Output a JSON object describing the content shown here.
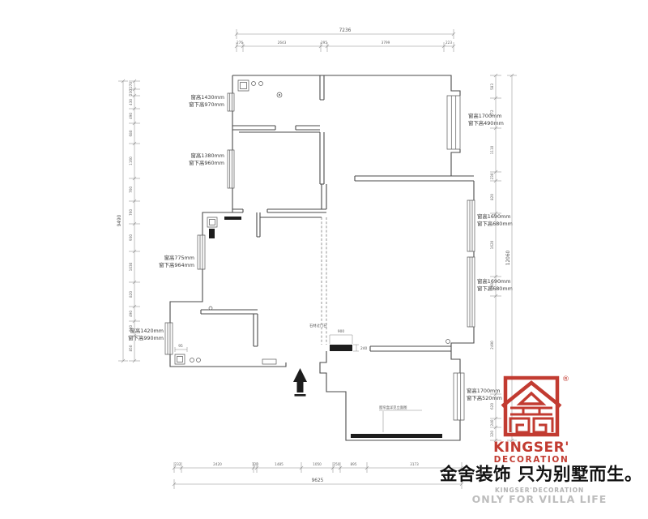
{
  "colors": {
    "accent_red": "#c23b31",
    "wall": "#4a4a4a",
    "dim_gray": "#8c8c8c"
  },
  "plan": {
    "window_labels": [
      {
        "line1": "窗高1430mm",
        "line2": "窗下高970mm"
      },
      {
        "line1": "窗高1380mm",
        "line2": "窗下高960mm"
      },
      {
        "line1": "窗高775mm",
        "line2": "窗下高964mm"
      },
      {
        "line1": "窗高1420mm",
        "line2": "窗下高990mm"
      },
      {
        "line1": "窗高1700mm",
        "line2": "窗下高490mm"
      },
      {
        "line1": "窗高1690mm",
        "line2": "窗下高680mm"
      },
      {
        "line1": "窗高1690mm",
        "line2": "窗下高680mm"
      },
      {
        "line1": "窗高1700mm",
        "line2": "窗下高520mm"
      }
    ],
    "notes": {
      "threshold": "石材过门石",
      "threshold_w": "900",
      "threshold_h": "240",
      "curtain": "窗帘盒详见立面图",
      "small_dim": "95"
    }
  },
  "dims": {
    "top": {
      "total": "7236",
      "segments": [
        "276",
        "2643",
        "295",
        "3799",
        "223"
      ]
    },
    "bottom": {
      "total": "9625",
      "segments": [
        "232",
        "2420",
        "120",
        "1485",
        "1050",
        "250",
        "895",
        "3173"
      ]
    },
    "left": {
      "total": "9490",
      "segments": [
        "270",
        "230",
        "430",
        "490",
        "680",
        "1160",
        "760",
        "760",
        "930",
        "1030",
        "820",
        "490",
        "500",
        "850"
      ]
    },
    "right": {
      "total": "12060",
      "segments": [
        "583",
        "772",
        "1110",
        "230",
        "820",
        "1620",
        "500",
        "2490",
        "620",
        "240",
        "320"
      ]
    }
  },
  "logo": {
    "brand": "KINGSER'",
    "sub": "DECORATION",
    "registered": "®"
  },
  "footer": {
    "slogan": "金舍装饰 只为别墅而生。",
    "brand_line": "KINGSER'DECORATION",
    "tagline": "ONLY FOR VILLA LIFE"
  }
}
